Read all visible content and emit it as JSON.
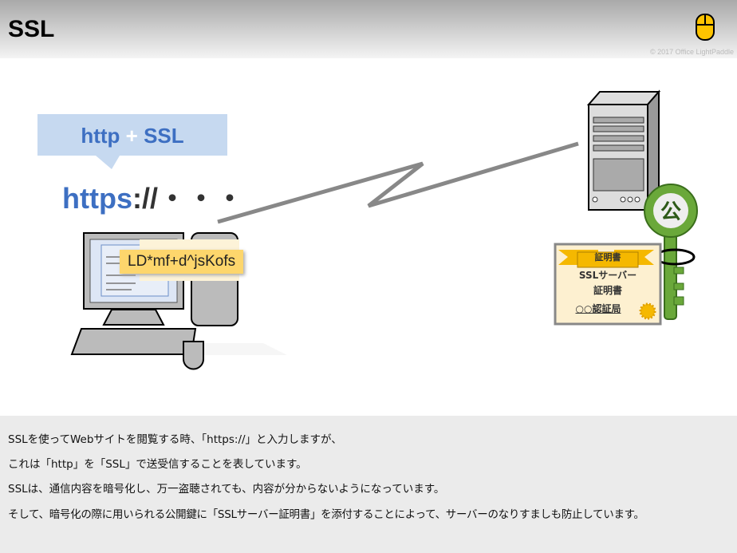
{
  "header": {
    "title": "SSL",
    "copyright": "© 2017 Office LightPaddle",
    "logo_icon": "mouse-icon"
  },
  "diagram": {
    "bubble": {
      "http": "http",
      "plus": "+",
      "ssl": "SSL"
    },
    "url": {
      "scheme": "https",
      "rest": "://・・・"
    },
    "ciphertext": "LD*mf+d^jsKofs",
    "certificate": {
      "ribbon": "証明書",
      "line1": "SSLサーバー",
      "line2": "証明書",
      "issuer": "○○認証局"
    },
    "key_label": "公",
    "colors": {
      "blue": "#3d6fc2",
      "bubble": "#c6d9f0",
      "key": "#6aa83a",
      "ribbon": "#f5b800"
    }
  },
  "caption": {
    "lines": [
      "SSLを使ってWebサイトを閲覧する時、「https://」と入力しますが、",
      "これは「http」を「SSL」で送受信することを表しています。",
      "SSLは、通信内容を暗号化し、万一盗聴されても、内容が分からないようになっています。",
      "そして、暗号化の際に用いられる公開鍵に「SSLサーバー証明書」を添付することによって、サーバーのなりすましも防止しています。"
    ]
  }
}
